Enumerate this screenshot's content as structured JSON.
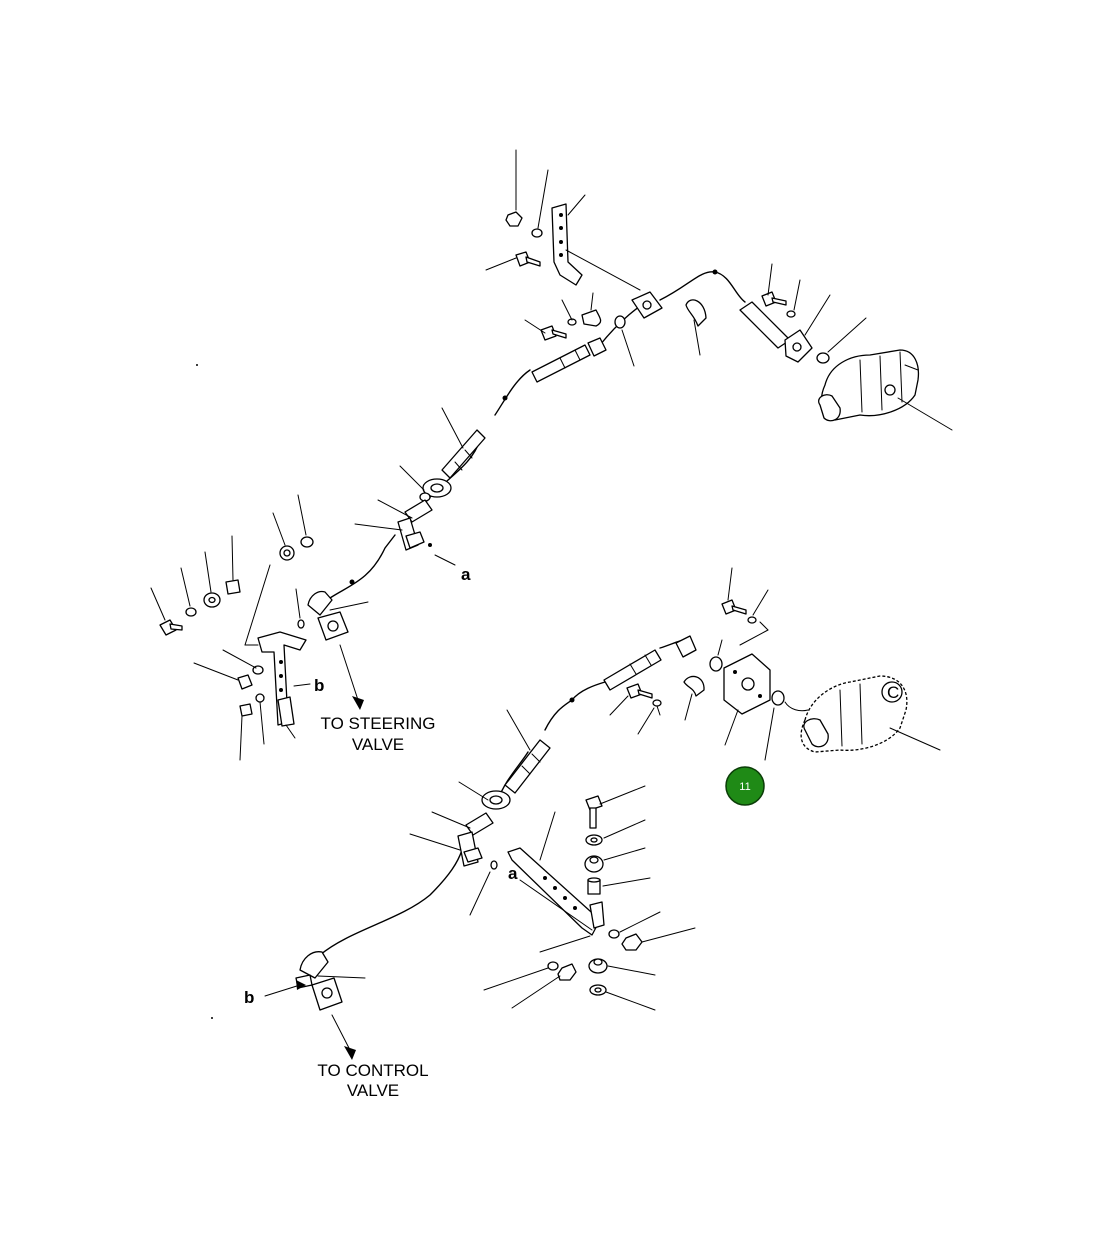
{
  "labels": {
    "steering_line1": "TO STEERING",
    "steering_line2": "VALVE",
    "control_line1": "TO CONTROL",
    "control_line2": "VALVE",
    "ref_a_top": "a",
    "ref_a_bottom": "a",
    "ref_b_top": "b",
    "ref_b_bottom": "b",
    "ref_c": "C"
  },
  "callouts": [
    {
      "number": "11"
    }
  ],
  "colors": {
    "callout_fill": "#1f8a16",
    "callout_text": "#ffffff",
    "line": "#000000"
  }
}
